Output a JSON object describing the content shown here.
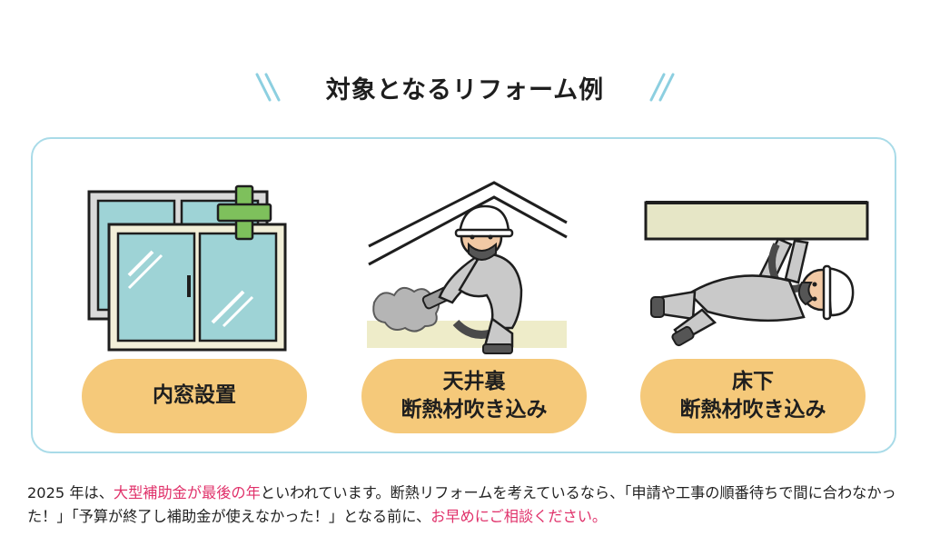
{
  "heading": {
    "title": "対象となるリフォーム例",
    "left_deco_icon": "double-slash-icon",
    "right_deco_icon": "double-slash-icon"
  },
  "cards": [
    {
      "line1": "内窓設置",
      "line2": "",
      "illustration": "inner-window-icon"
    },
    {
      "line1": "天井裏",
      "line2": "断熱材吹き込み",
      "illustration": "attic-insulation-worker-icon"
    },
    {
      "line1": "床下",
      "line2": "断熱材吹き込み",
      "illustration": "underfloor-insulation-worker-icon"
    }
  ],
  "description": {
    "part1": "2025 年は、",
    "highlight1": "大型補助金が最後の年",
    "part2": "といわれています。断熱リフォームを考えているなら、「申請や工事の順番待ちで間に合わなかった！」「予算が終了し補助金が使えなかった！」となる前に、",
    "highlight2": "お早めにご相談ください。"
  },
  "colors": {
    "accent_border": "#a9dbe8",
    "pill_fill": "#f5c97a",
    "highlight_text": "#e0316a",
    "glass": "#9ed3d6",
    "frame": "#f2efd8",
    "plus": "#7ec05c"
  }
}
